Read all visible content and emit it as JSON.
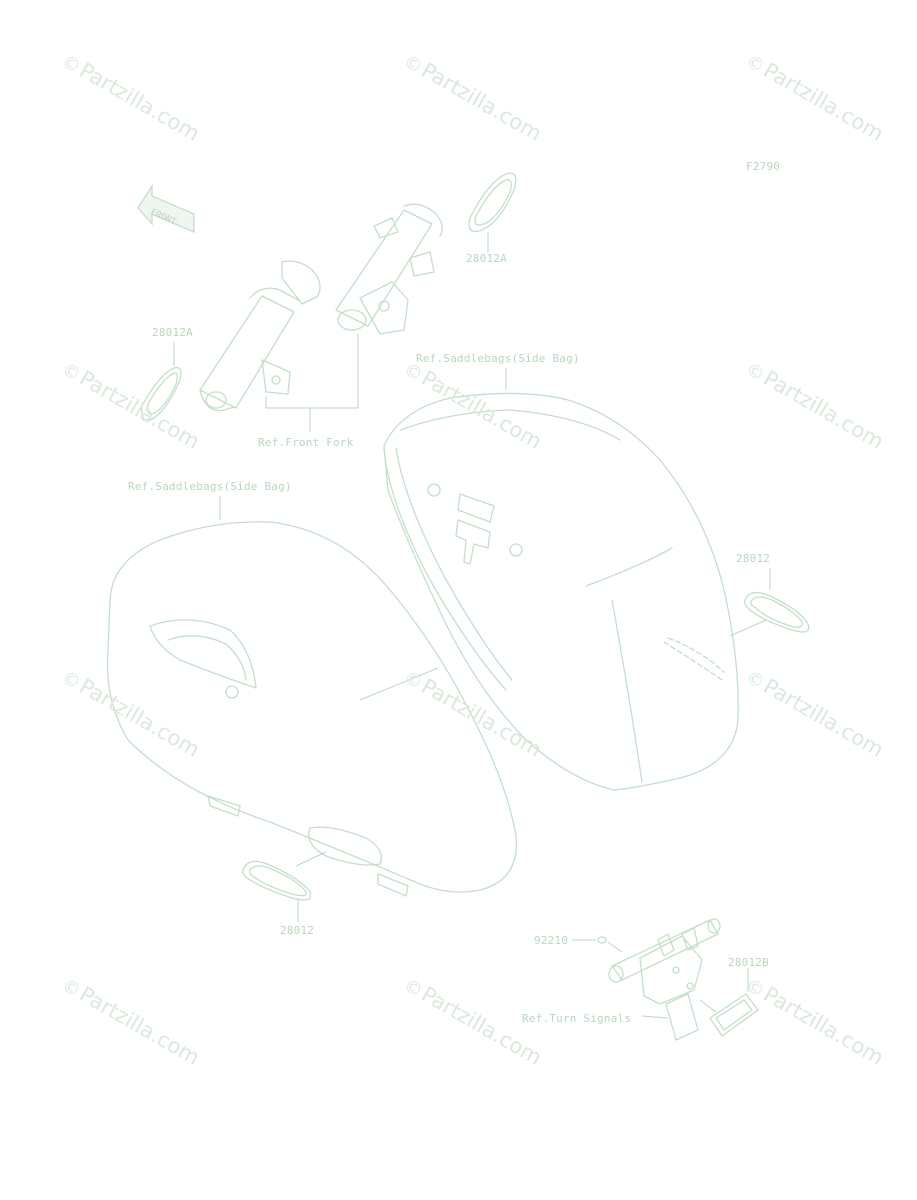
{
  "figure_code": "F2790",
  "direction_arrow": "FRONT",
  "watermark": "Partzilla.com",
  "watermark_symbol": "©",
  "colors": {
    "line": "#c3dfc8",
    "label": "#b7d8bd",
    "watermark": "#dbe9dd"
  },
  "callouts": {
    "front_fork": "Ref.Front Fork",
    "saddlebag_right": "Ref.Saddlebags(Side Bag)",
    "saddlebag_left": "Ref.Saddlebags(Side Bag)",
    "turn_signals": "Ref.Turn Signals"
  },
  "parts": {
    "p28012a_top": "28012A",
    "p28012a_left": "28012A",
    "p28012_right": "28012",
    "p28012_bottom": "28012",
    "p92210": "92210",
    "p28012b": "28012B"
  }
}
